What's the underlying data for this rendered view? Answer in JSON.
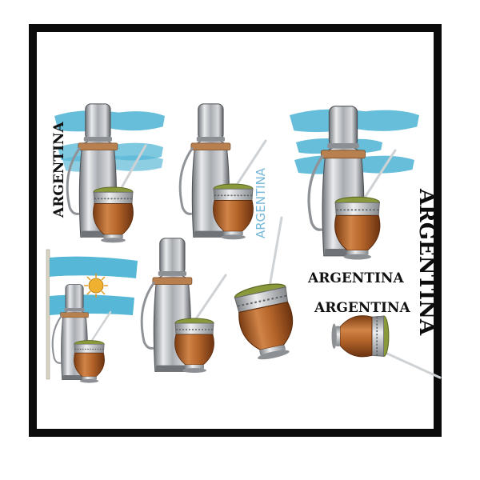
{
  "labels": {
    "l1": "ARGENTINA",
    "l2": "ARGENTINA",
    "l3": "ARGENTINA",
    "l4": "ARGENTINA",
    "l5": "ARGENTINA"
  },
  "colors": {
    "frame": "#0b0b0b",
    "flag_blue": "#57b7d6",
    "thermos_steel": "#b9bcc0",
    "gourd_wood": "#b5652a",
    "strap_leather": "#b9804f",
    "yerba": "#8a9a3a",
    "sun": "#f0b030"
  },
  "icons": [
    "thermos-icon",
    "mate-gourd-icon",
    "bombilla-straw-icon",
    "argentina-flag-icon",
    "sol-de-mayo-icon"
  ]
}
